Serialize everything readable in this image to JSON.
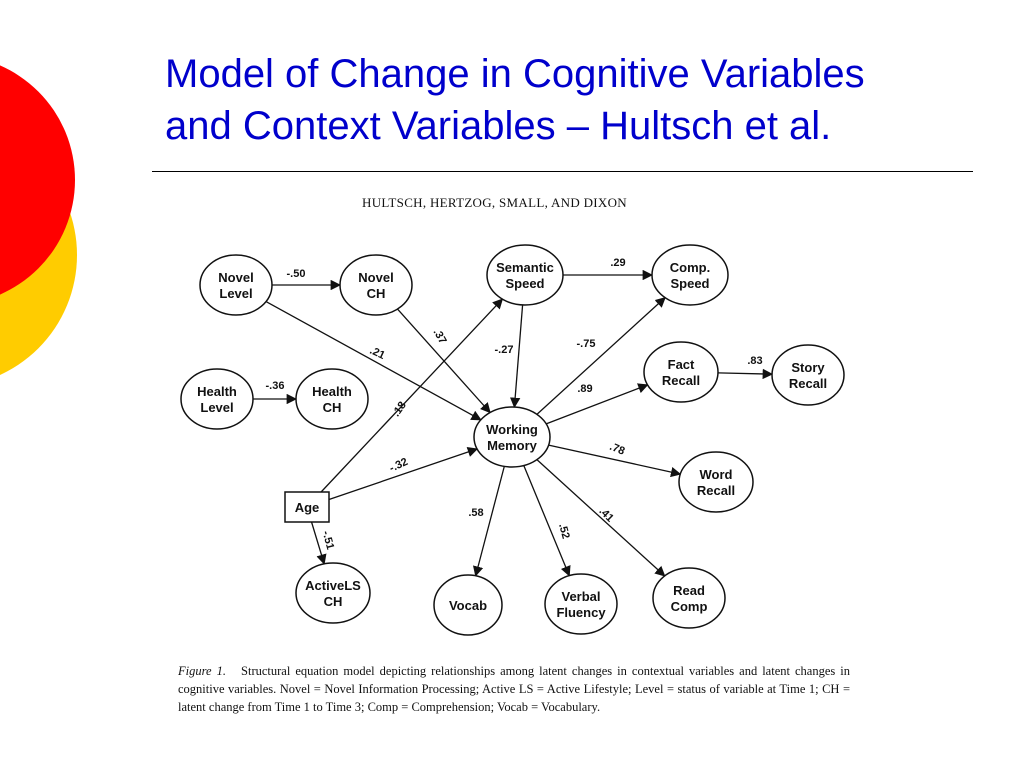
{
  "title": {
    "line1": "Model of Change in Cognitive Variables",
    "line2": "and Context Variables – Hultsch et al."
  },
  "figure": {
    "header": "HULTSCH, HERTZOG, SMALL, AND DIXON",
    "nodes": [
      {
        "id": "novel-level",
        "shape": "ellipse",
        "lines": [
          "Novel",
          "Level"
        ]
      },
      {
        "id": "novel-ch",
        "shape": "ellipse",
        "lines": [
          "Novel",
          "CH"
        ]
      },
      {
        "id": "semantic-speed",
        "shape": "ellipse",
        "lines": [
          "Semantic",
          "Speed"
        ]
      },
      {
        "id": "comp-speed",
        "shape": "ellipse",
        "lines": [
          "Comp.",
          "Speed"
        ]
      },
      {
        "id": "health-level",
        "shape": "ellipse",
        "lines": [
          "Health",
          "Level"
        ]
      },
      {
        "id": "health-ch",
        "shape": "ellipse",
        "lines": [
          "Health",
          "CH"
        ]
      },
      {
        "id": "fact-recall",
        "shape": "ellipse",
        "lines": [
          "Fact",
          "Recall"
        ]
      },
      {
        "id": "story-recall",
        "shape": "ellipse",
        "lines": [
          "Story",
          "Recall"
        ]
      },
      {
        "id": "working-memory",
        "shape": "ellipse",
        "lines": [
          "Working",
          "Memory"
        ]
      },
      {
        "id": "word-recall",
        "shape": "ellipse",
        "lines": [
          "Word",
          "Recall"
        ]
      },
      {
        "id": "age",
        "shape": "box",
        "lines": [
          "Age"
        ]
      },
      {
        "id": "active-ls-ch",
        "shape": "ellipse",
        "lines": [
          "ActiveLS",
          "CH"
        ]
      },
      {
        "id": "vocab",
        "shape": "ellipse",
        "lines": [
          "Vocab"
        ]
      },
      {
        "id": "verbal-fluency",
        "shape": "ellipse",
        "lines": [
          "Verbal",
          "Fluency"
        ]
      },
      {
        "id": "read-comp",
        "shape": "ellipse",
        "lines": [
          "Read",
          "Comp"
        ]
      }
    ],
    "edges": [
      {
        "from": "novel-level",
        "to": "novel-ch",
        "label": "-.50"
      },
      {
        "from": "health-level",
        "to": "health-ch",
        "label": "-.36"
      },
      {
        "from": "semantic-speed",
        "to": "comp-speed",
        "label": ".29"
      },
      {
        "from": "fact-recall",
        "to": "story-recall",
        "label": ".83"
      },
      {
        "from": "novel-level",
        "to": "working-memory",
        "label": ".21"
      },
      {
        "from": "novel-ch",
        "to": "working-memory",
        "label": ".37"
      },
      {
        "from": "semantic-speed",
        "to": "working-memory",
        "label": "-.27"
      },
      {
        "from": "working-memory",
        "to": "comp-speed",
        "label": "-.75"
      },
      {
        "from": "working-memory",
        "to": "fact-recall",
        "label": ".89"
      },
      {
        "from": "working-memory",
        "to": "word-recall",
        "label": ".78"
      },
      {
        "from": "age",
        "to": "semantic-speed",
        "label": ".18"
      },
      {
        "from": "age",
        "to": "working-memory",
        "label": "-.32"
      },
      {
        "from": "age",
        "to": "active-ls-ch",
        "label": "-.51"
      },
      {
        "from": "working-memory",
        "to": "vocab",
        "label": ".58"
      },
      {
        "from": "working-memory",
        "to": "verbal-fluency",
        "label": ".52"
      },
      {
        "from": "working-memory",
        "to": "read-comp",
        "label": ".41"
      }
    ],
    "caption_label": "Figure 1.",
    "caption_text": "Structural equation model depicting relationships among latent changes in contextual variables and latent changes in cognitive variables. Novel = Novel Information Processing; Active LS = Active Lifestyle; Level = status of variable at Time 1; CH = latent change from Time 1 to Time 3; Comp = Comprehension; Vocab = Vocabulary."
  },
  "colors": {
    "title": "#0000cc",
    "deco_red": "#ff0000",
    "deco_yellow": "#ffcc00"
  }
}
